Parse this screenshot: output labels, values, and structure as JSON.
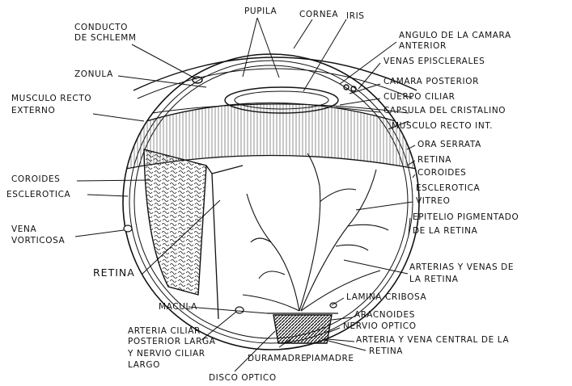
{
  "labels": {
    "pupila": "PUPILA",
    "cornea": "CORNEA",
    "iris": "IRIS",
    "conducto_schlemm": [
      "CONDUCTO",
      "DE SCHLEMM"
    ],
    "angulo_camara": [
      "ANGULO DE LA CAMARA",
      "ANTERIOR"
    ],
    "venas_episclerales": "VENAS EPISCLERALES",
    "zonula": "ZONULA",
    "camara_posterior": "CAMARA POSTERIOR",
    "musculo_recto_externo": [
      "MUSCULO RECTO",
      "EXTERNO"
    ],
    "cuerpo_ciliar": "CUERPO CILIAR",
    "capsula_cristalino": "CAPSULA DEL CRISTALINO",
    "musculo_recto_int": "MUSCULO RECTO INT.",
    "ora_serrata": "ORA SERRATA",
    "retina_right": "RETINA",
    "coroides_right": "COROIDES",
    "coroides_left": "COROIDES",
    "esclerotica_left": "ESCLEROTICA",
    "esclerotica_right": "ESCLEROTICA",
    "vitreo": "VITREO",
    "vena_vorticosa": [
      "VENA",
      "VORTICOSA"
    ],
    "epitelio": [
      "EPITELIO PIGMENTADO",
      "DE LA RETINA"
    ],
    "retina_left": "RETINA",
    "arterias_venas": [
      "ARTERIAS Y VENAS DE",
      "LA RETINA"
    ],
    "lamina_cribosa": "LAMINA CRIBOSA",
    "macula": "MACULA",
    "aracnoides": "ARACNOIDES",
    "nervio_optico": "NERVIO OPTICO",
    "arteria_ciliar": [
      "ARTERIA CILIAR",
      "POSTERIOR LARGA",
      "Y NERVIO CILIAR",
      "LARGO"
    ],
    "arteria_vena_central": [
      "ARTERIA Y VENA CENTRAL DE LA",
      "RETINA"
    ],
    "duramadre": "DURAMADRE",
    "piamadre": "PIAMADRE",
    "disco_optico": "DISCO OPTICO"
  }
}
